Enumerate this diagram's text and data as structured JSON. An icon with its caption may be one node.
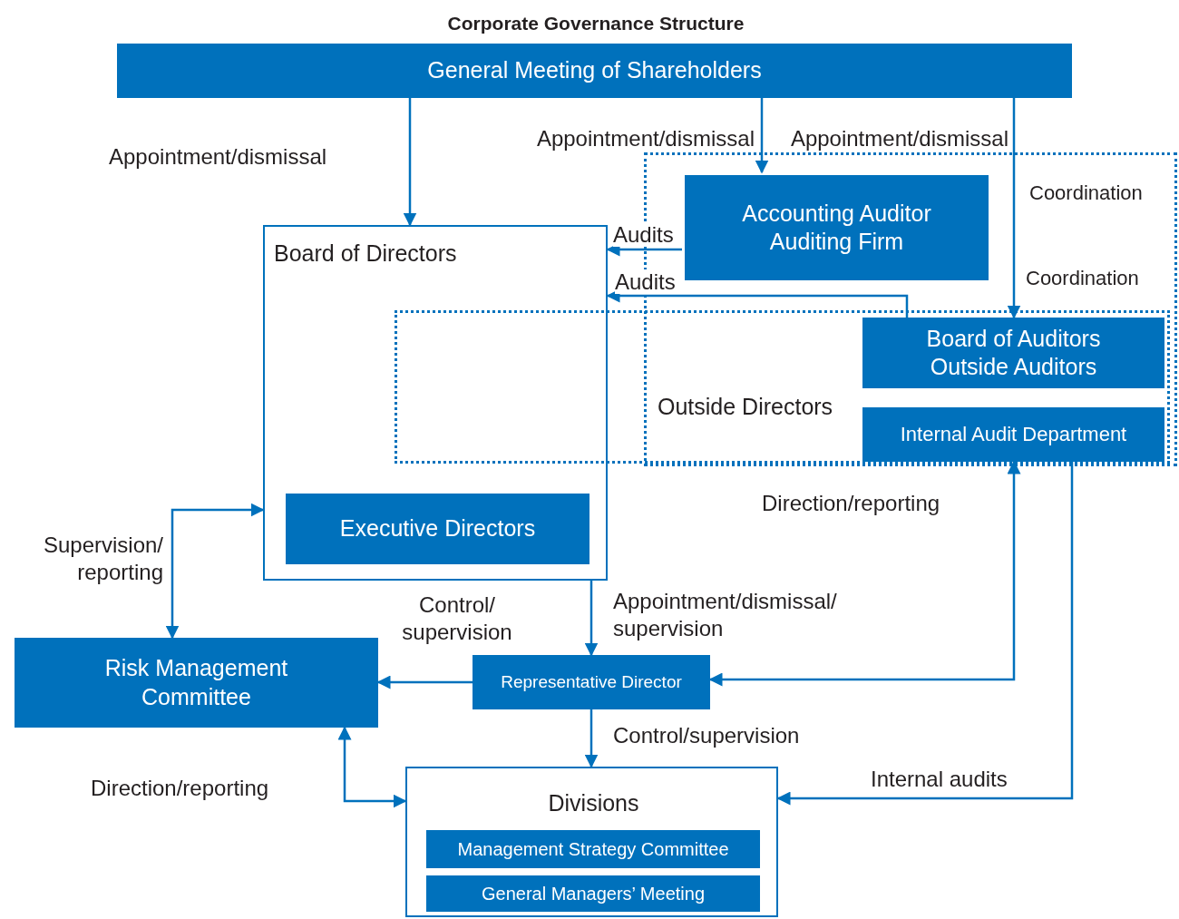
{
  "diagram": {
    "title": "Corporate Governance Structure",
    "nodes": [
      {
        "text": [
          "General Meeting of Shareholders"
        ]
      },
      {
        "text": [
          "Board of Directors"
        ]
      },
      {
        "text": [
          "Outside Directors"
        ]
      },
      {
        "text": [
          "Executive Directors"
        ],
        "in": 1
      },
      {
        "text": [
          "Coordination",
          "Coordination"
        ]
      },
      {
        "text": [
          "Accounting Auditor",
          "Auditing Firm"
        ],
        "in": 4
      },
      {
        "text": [
          "Board of Auditors",
          "Outside Auditors"
        ]
      },
      {
        "text": [
          "Internal Audit Department"
        ]
      },
      {
        "text": [
          "Risk Management Committee"
        ]
      },
      {
        "text": [
          "Representative Director"
        ]
      },
      {
        "text": [
          "Divisions"
        ]
      },
      {
        "text": [
          "Management Strategy Committee"
        ],
        "in": 10
      },
      {
        "text": [
          "General Managers’ Meeting"
        ],
        "in": 10
      }
    ],
    "edges": [
      {
        "from": 0,
        "to": 1,
        "arrow": "to",
        "label": "Appointment/dismissal"
      },
      {
        "from": 0,
        "to": 5,
        "arrow": "to",
        "label": "Appointment/dismissal"
      },
      {
        "from": 0,
        "to": 6,
        "arrow": "to",
        "label": "Appointment/dismissal"
      },
      {
        "from": 5,
        "to": 1,
        "arrow": "to",
        "label": "Audits"
      },
      {
        "from": 6,
        "to": 1,
        "arrow": "to",
        "label": "Audits"
      },
      {
        "from": 1,
        "to": 8,
        "arrow": "both",
        "label": "Supervision/ reporting"
      },
      {
        "from": 1,
        "to": 9,
        "arrow": "to",
        "label": "Appointment/dismissal/ supervision"
      },
      {
        "from": 9,
        "to": 8,
        "arrow": "to",
        "label": "Control/ supervision"
      },
      {
        "from": 9,
        "to": 7,
        "arrow": "both",
        "label": "Direction/reporting"
      },
      {
        "from": 9,
        "to": 10,
        "arrow": "to",
        "label": "Control/supervision"
      },
      {
        "from": 8,
        "to": 10,
        "arrow": "both",
        "label": "Direction/reporting"
      },
      {
        "from": 7,
        "to": 10,
        "arrow": "to",
        "label": "Internal audits"
      }
    ]
  }
}
